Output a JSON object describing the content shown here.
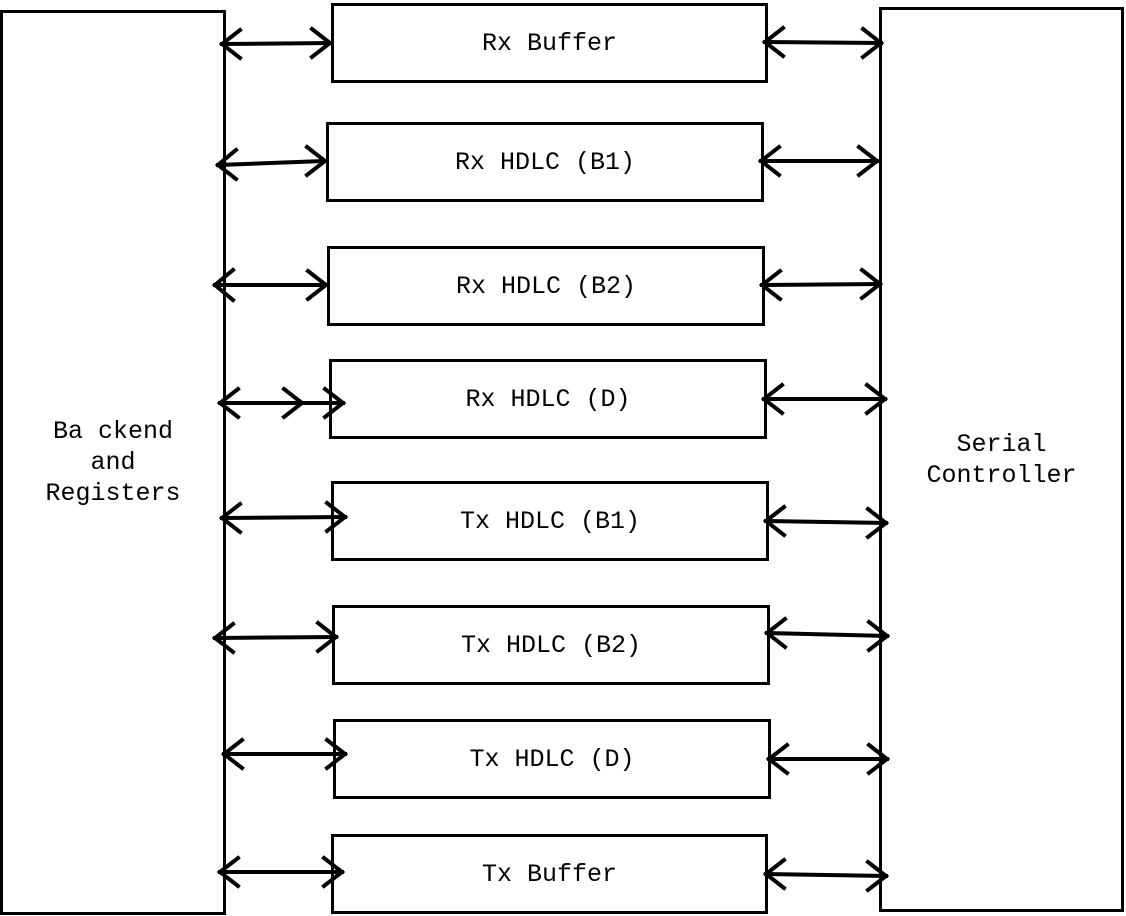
{
  "diagram": {
    "left_block": {
      "label": "Ba ckend\nand\nRegisters"
    },
    "right_block": {
      "label": "Serial\nController"
    },
    "middle_blocks": [
      {
        "label": "Rx Buffer"
      },
      {
        "label": "Rx HDLC (B1)"
      },
      {
        "label": "Rx HDLC (B2)"
      },
      {
        "label": "Rx HDLC (D)"
      },
      {
        "label": "Tx HDLC (B1)"
      },
      {
        "label": "Tx HDLC (B2)"
      },
      {
        "label": "Tx HDLC (D)"
      },
      {
        "label": "Tx Buffer"
      }
    ],
    "connections": "bidirectional",
    "colors": {
      "stroke": "#000000",
      "background": "#ffffff"
    }
  }
}
